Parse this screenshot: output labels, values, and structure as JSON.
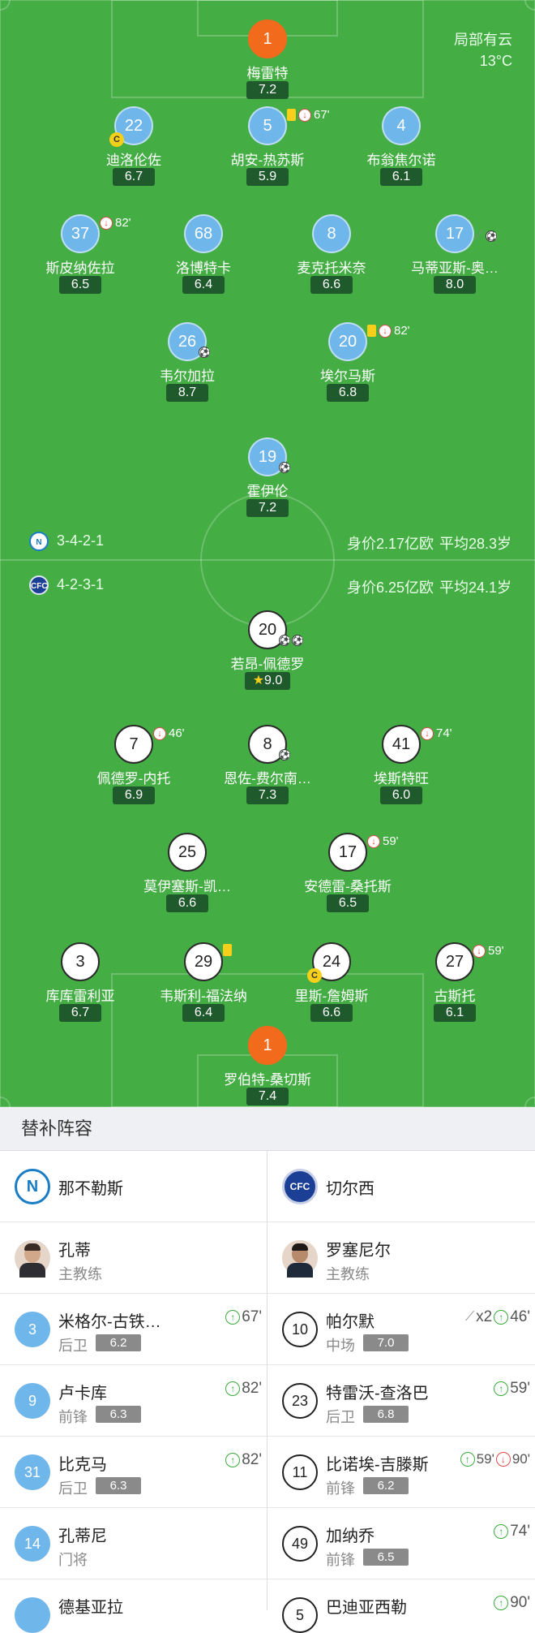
{
  "weather": {
    "condition": "局部有云",
    "temp": "13°C"
  },
  "colors": {
    "pitch": "#44ad44",
    "home_disc": "#6fb6ea",
    "gk_disc": "#f26a1b",
    "away_disc": "#ffffff",
    "rating_box": "#1f5a2c"
  },
  "home": {
    "formation": "3-4-2-1",
    "value": "身价2.17亿欧",
    "avg_age": "平均28.3岁",
    "crest_icon": "napoli-crest-icon",
    "players": [
      {
        "num": "1",
        "name": "梅雷特",
        "rating": "7.2"
      },
      {
        "num": "22",
        "name": "迪洛伦佐",
        "rating": "6.7"
      },
      {
        "num": "5",
        "name": "胡安-热苏斯",
        "rating": "5.9",
        "minute": "67'"
      },
      {
        "num": "4",
        "name": "布翁焦尔诺",
        "rating": "6.1"
      },
      {
        "num": "37",
        "name": "斯皮纳佐拉",
        "rating": "6.5",
        "minute": "82'"
      },
      {
        "num": "68",
        "name": "洛博特卡",
        "rating": "6.4"
      },
      {
        "num": "8",
        "name": "麦克托米奈",
        "rating": "6.6"
      },
      {
        "num": "17",
        "name": "马蒂亚斯-奥…",
        "rating": "8.0"
      },
      {
        "num": "26",
        "name": "韦尔加拉",
        "rating": "8.7"
      },
      {
        "num": "20",
        "name": "埃尔马斯",
        "rating": "6.8",
        "minute": "82'"
      },
      {
        "num": "19",
        "name": "霍伊伦",
        "rating": "7.2"
      }
    ]
  },
  "away": {
    "formation": "4-2-3-1",
    "value": "身价6.25亿欧",
    "avg_age": "平均24.1岁",
    "crest_icon": "chelsea-crest-icon",
    "players": [
      {
        "num": "20",
        "name": "若昂-佩德罗",
        "rating": "9.0"
      },
      {
        "num": "7",
        "name": "佩德罗-内托",
        "rating": "6.9",
        "minute": "46'"
      },
      {
        "num": "8",
        "name": "恩佐-费尔南…",
        "rating": "7.3"
      },
      {
        "num": "41",
        "name": "埃斯特旺",
        "rating": "6.0",
        "minute": "74'"
      },
      {
        "num": "25",
        "name": "莫伊塞斯-凯…",
        "rating": "6.6"
      },
      {
        "num": "17",
        "name": "安德雷-桑托斯",
        "rating": "6.5",
        "minute": "59'"
      },
      {
        "num": "3",
        "name": "库库雷利亚",
        "rating": "6.7"
      },
      {
        "num": "29",
        "name": "韦斯利-福法纳",
        "rating": "6.4"
      },
      {
        "num": "24",
        "name": "里斯-詹姆斯",
        "rating": "6.6"
      },
      {
        "num": "27",
        "name": "古斯托",
        "rating": "6.1",
        "minute": "59'"
      },
      {
        "num": "1",
        "name": "罗伯特-桑切斯",
        "rating": "7.4"
      }
    ]
  },
  "bench": {
    "header": "替补阵容",
    "left": {
      "team": "那不勒斯",
      "coach": {
        "name": "孔蒂",
        "role": "主教练"
      },
      "subs": [
        {
          "num": "3",
          "name": "米格尔-古铁…",
          "pos": "后卫",
          "rating": "6.2",
          "minute": "67'"
        },
        {
          "num": "9",
          "name": "卢卡库",
          "pos": "前锋",
          "rating": "6.3",
          "minute": "82'"
        },
        {
          "num": "31",
          "name": "比克马",
          "pos": "后卫",
          "rating": "6.3",
          "minute": "82'"
        },
        {
          "num": "14",
          "name": "孔蒂尼",
          "pos": "门将"
        },
        {
          "num": "",
          "name": "德基亚拉"
        }
      ]
    },
    "right": {
      "team": "切尔西",
      "coach": {
        "name": "罗塞尼尔",
        "role": "主教练"
      },
      "subs": [
        {
          "num": "10",
          "name": "帕尔默",
          "pos": "中场",
          "rating": "7.0",
          "extra": "x2",
          "minute": "46'"
        },
        {
          "num": "23",
          "name": "特雷沃-查洛巴",
          "pos": "后卫",
          "rating": "6.8",
          "minute": "59'"
        },
        {
          "num": "11",
          "name": "比诺埃-吉滕斯",
          "pos": "前锋",
          "rating": "6.2",
          "minute": "59'",
          "minute2": "90'"
        },
        {
          "num": "49",
          "name": "加纳乔",
          "pos": "前锋",
          "rating": "6.5",
          "minute": "74'"
        },
        {
          "num": "5",
          "name": "巴迪亚西勒",
          "minute": "90'"
        }
      ]
    }
  }
}
